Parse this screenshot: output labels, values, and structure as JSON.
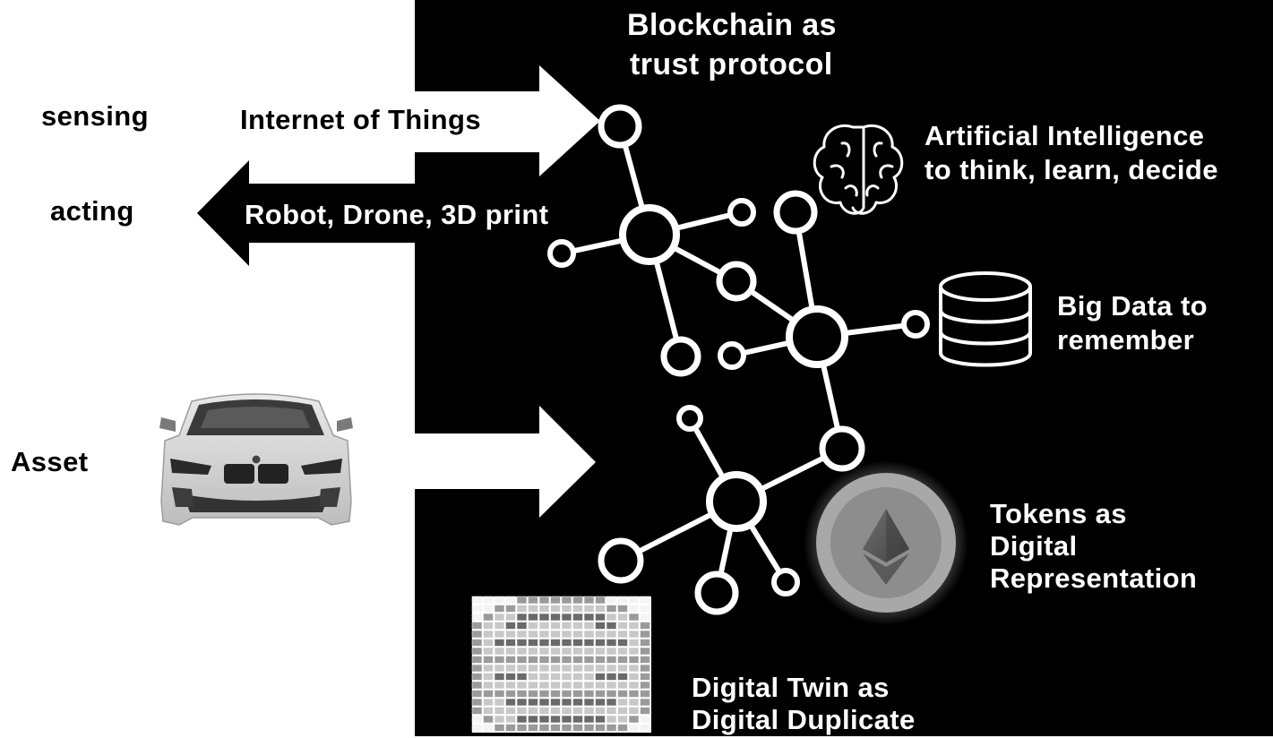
{
  "diagram": {
    "title_line1": "Blockchain as",
    "title_line2": "trust protocol",
    "left_labels": {
      "sensing": "sensing",
      "acting": "acting",
      "asset": "Asset"
    },
    "arrows": {
      "iot": "Internet of Things",
      "robot": "Robot, Drone, 3D print"
    },
    "features": {
      "ai_line1": "Artificial Intelligence",
      "ai_line2": "to think, learn, decide",
      "bigdata_line1": "Big Data to",
      "bigdata_line2": "remember",
      "tokens_line1": "Tokens as",
      "tokens_line2": "Digital",
      "tokens_line3": "Representation",
      "twin_line1": "Digital Twin as",
      "twin_line2": "Digital Duplicate"
    },
    "icons": [
      "brain-icon",
      "database-icon",
      "ethereum-token-icon",
      "car-image",
      "digital-twin-pixel-car"
    ],
    "colors": {
      "panel": "#000000",
      "background": "#ffffff",
      "node": "#ffffff",
      "token": "#9a9a9a"
    }
  }
}
